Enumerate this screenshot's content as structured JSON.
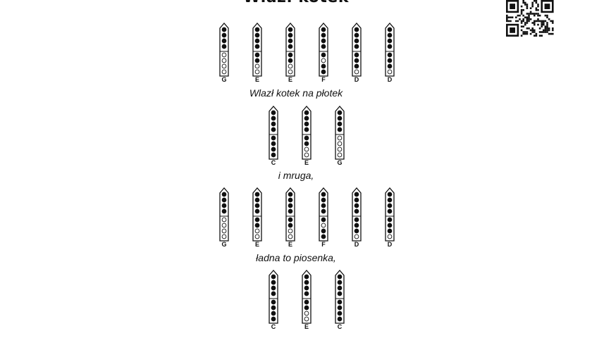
{
  "page": {
    "title": "Wlazł kotek",
    "qr_label": "QR code"
  },
  "colors": {
    "ink": "#111111",
    "paper": "#ffffff"
  },
  "lines": [
    {
      "lyric": "Wlazł kotek na płotek",
      "fingerings": [
        {
          "note": "G",
          "holes": [
            1,
            1,
            1,
            1,
            0,
            0,
            0,
            0
          ]
        },
        {
          "note": "E",
          "holes": [
            1,
            1,
            1,
            1,
            1,
            1,
            0,
            0
          ]
        },
        {
          "note": "E",
          "holes": [
            1,
            1,
            1,
            1,
            1,
            1,
            0,
            0
          ]
        },
        {
          "note": "F",
          "holes": [
            1,
            1,
            1,
            1,
            1,
            0,
            1,
            1
          ]
        },
        {
          "note": "D",
          "holes": [
            1,
            1,
            1,
            1,
            1,
            1,
            1,
            0
          ]
        },
        {
          "note": "D",
          "holes": [
            1,
            1,
            1,
            1,
            1,
            1,
            1,
            0
          ]
        }
      ]
    },
    {
      "lyric": "i mruga,",
      "fingerings": [
        {
          "note": "C",
          "holes": [
            1,
            1,
            1,
            1,
            1,
            1,
            1,
            1
          ]
        },
        {
          "note": "E",
          "holes": [
            1,
            1,
            1,
            1,
            1,
            1,
            0,
            0
          ]
        },
        {
          "note": "G",
          "holes": [
            1,
            1,
            1,
            1,
            0,
            0,
            0,
            0
          ]
        }
      ]
    },
    {
      "lyric": "ładna to piosenka,",
      "fingerings": [
        {
          "note": "G",
          "holes": [
            1,
            1,
            1,
            1,
            0,
            0,
            0,
            0
          ]
        },
        {
          "note": "E",
          "holes": [
            1,
            1,
            1,
            1,
            1,
            1,
            0,
            0
          ]
        },
        {
          "note": "E",
          "holes": [
            1,
            1,
            1,
            1,
            1,
            1,
            0,
            0
          ]
        },
        {
          "note": "F",
          "holes": [
            1,
            1,
            1,
            1,
            1,
            0,
            1,
            1
          ]
        },
        {
          "note": "D",
          "holes": [
            1,
            1,
            1,
            1,
            1,
            1,
            1,
            0
          ]
        },
        {
          "note": "D",
          "holes": [
            1,
            1,
            1,
            1,
            1,
            1,
            1,
            0
          ]
        }
      ]
    },
    {
      "lyric": "",
      "fingerings": [
        {
          "note": "C",
          "holes": [
            1,
            1,
            1,
            1,
            1,
            1,
            1,
            1
          ]
        },
        {
          "note": "E",
          "holes": [
            1,
            1,
            1,
            1,
            1,
            1,
            0,
            0
          ]
        },
        {
          "note": "C",
          "holes": [
            1,
            1,
            1,
            1,
            1,
            1,
            1,
            1
          ]
        }
      ]
    }
  ]
}
